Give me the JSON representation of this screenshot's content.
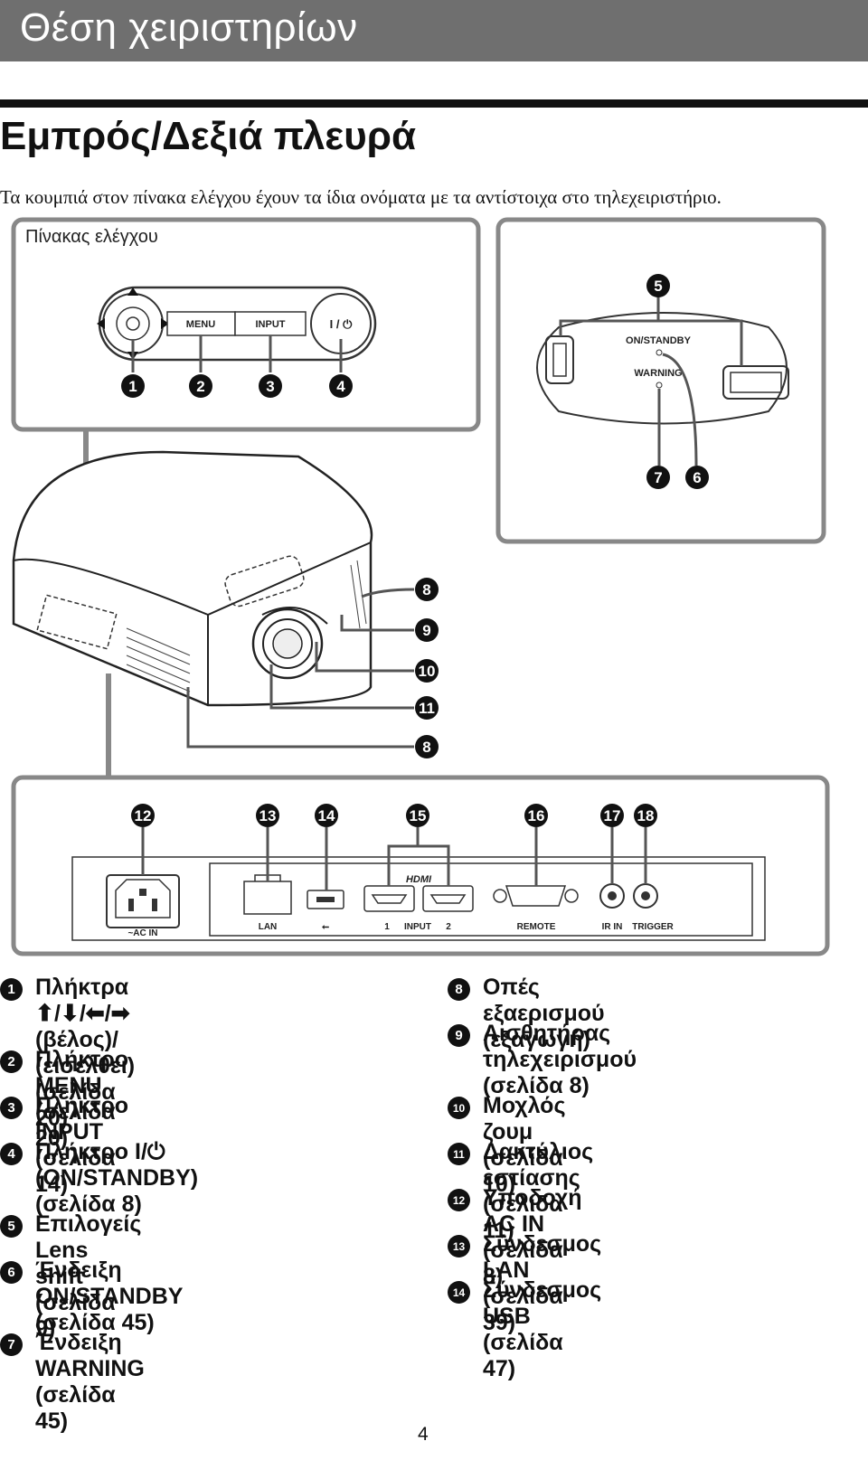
{
  "header": {
    "title": "Θέση χειριστηρίων"
  },
  "section": {
    "title": "Εμπρός/Δεξιά πλευρά",
    "intro": "Τα κουμπιά στον πίνακα ελέγχου έχουν τα ίδια ονόματα με τα αντίστοιχα στο τηλεχειριστήριο."
  },
  "figure": {
    "panel_label": "Πίνακας ελέγχου",
    "control_buttons": {
      "menu": "MENU",
      "input": "INPUT",
      "power": "I / ⏻"
    },
    "indicators": {
      "on_standby": "ON/STANDBY",
      "warning": "WARNING"
    },
    "hdmi_logo": "HDMI",
    "connectors": {
      "ac_in": "~AC IN",
      "lan": "LAN",
      "usb": "⭠",
      "input_1": "1",
      "input": "INPUT",
      "input_2": "2",
      "remote": "REMOTE",
      "ir_in": "IR IN",
      "trigger": "TRIGGER"
    },
    "callouts": [
      "1",
      "2",
      "3",
      "4",
      "5",
      "6",
      "7",
      "8",
      "9",
      "10",
      "11",
      "12",
      "13",
      "14",
      "15",
      "16",
      "17",
      "18"
    ]
  },
  "legend": {
    "left": [
      {
        "num": "1",
        "text": "Πλήκτρα ⬆/⬇/⬅/➡ (βέλος)/\n   (εισέλθει)(σελίδα 20)"
      },
      {
        "num": "2",
        "text": "Πλήκτρο MENU (σελίδα 20)"
      },
      {
        "num": "3",
        "text": "Πλήκτρο INPUT (σελίδα 14)"
      },
      {
        "num": "4",
        "text": "Πλήκτρο I/⏻ (ON/STANDBY)\n(σελίδα 8)"
      },
      {
        "num": "5",
        "text": "Επιλογείς Lens shift (σελίδα 9)"
      },
      {
        "num": "6",
        "text": "Ένδειξη ON/STANDBY\n(σελίδα 45)"
      },
      {
        "num": "7",
        "text": "Ένδειξη WARNING (σελίδα 45)"
      }
    ],
    "right": [
      {
        "num": "8",
        "text": "Οπές εξαερισμού (εξαγωγή)"
      },
      {
        "num": "9",
        "text": "Αισθητήρας τηλεχειρισμού\n(σελίδα 8)"
      },
      {
        "num": "10",
        "text": "Μοχλός ζουμ (σελίδα 10)"
      },
      {
        "num": "11",
        "text": "Δακτύλιος εστίασης (σελίδα 11)"
      },
      {
        "num": "12",
        "text": "Υποδοχή AC IN (σελίδα 8)"
      },
      {
        "num": "13",
        "text": "Σύνδεσμος LAN (σελίδα 39)"
      },
      {
        "num": "14",
        "text": "Σύνδεσμος USB (σελίδα 47)"
      }
    ]
  },
  "page_number": "4"
}
